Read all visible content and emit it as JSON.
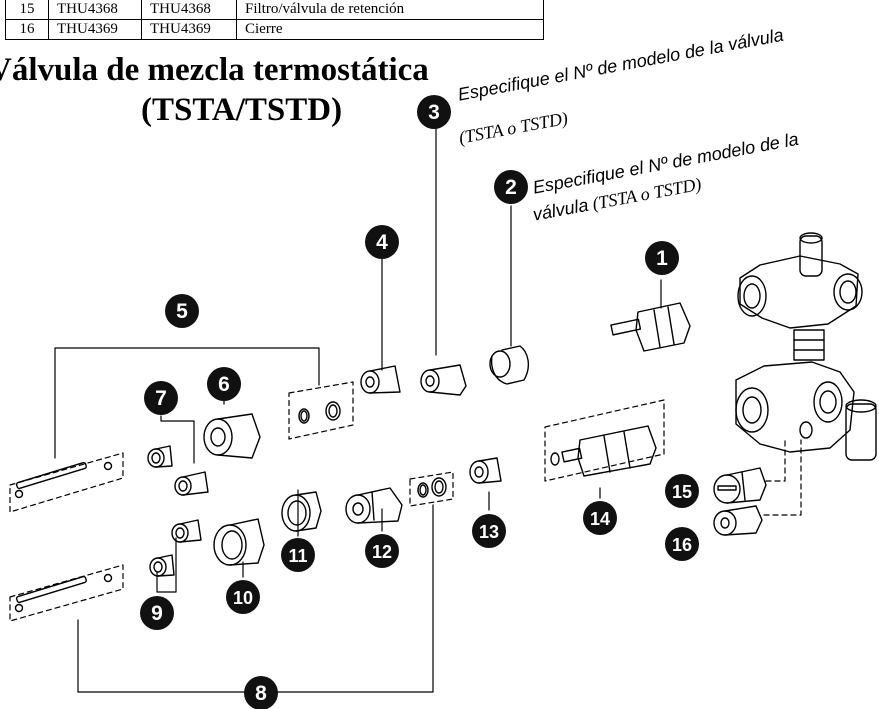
{
  "table": {
    "rows": [
      [
        "15",
        "THU4368",
        "THU4368",
        "Filtro/válvula de retención"
      ],
      [
        "16",
        "THU4369",
        "THU4369",
        "Cierre"
      ]
    ]
  },
  "title": {
    "line1": "Válvula de mezcla termostática",
    "line2": "(TSTA/TSTD)"
  },
  "notes": {
    "item3_line1": "Especifique el Nº de modelo de la válvula",
    "item3_line2": "(TSTA o TSTD)",
    "item2_line1": "Especifique el Nº de modelo de la",
    "item2_line2_a": "válvula",
    "item2_line2_b": " (TSTA o TSTD)"
  },
  "callouts": [
    "1",
    "2",
    "3",
    "4",
    "5",
    "6",
    "7",
    "8",
    "9",
    "10",
    "11",
    "12",
    "13",
    "14",
    "15",
    "16"
  ]
}
